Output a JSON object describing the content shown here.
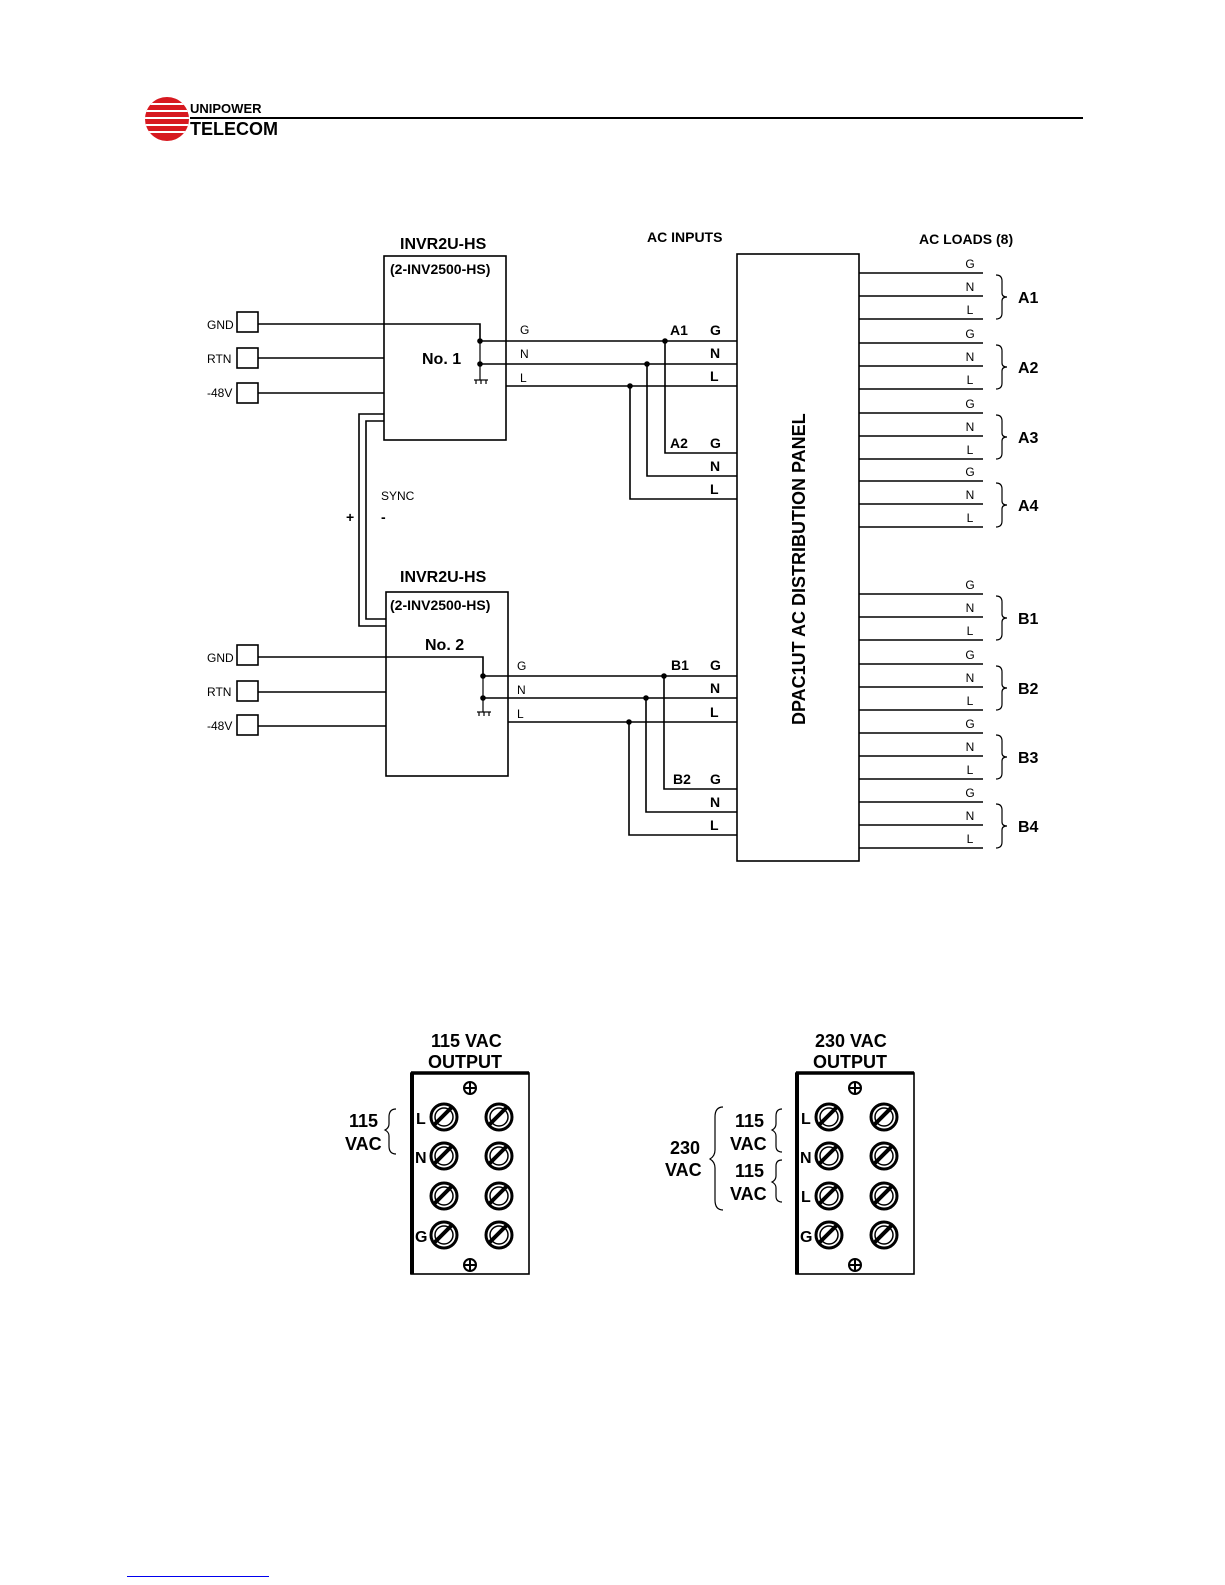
{
  "logo": {
    "line1": "UNIPOWER",
    "line2": "TELECOM",
    "brand_color": "#d71920"
  },
  "diagram": {
    "header_ac_inputs": "AC INPUTS",
    "header_ac_loads": "AC LOADS (8)",
    "inverter1": {
      "model": "INVR2U-HS",
      "submodel": "(2-INV2500-HS)",
      "number": "No. 1"
    },
    "inverter2": {
      "model": "INVR2U-HS",
      "submodel": "(2-INV2500-HS)",
      "number": "No. 2"
    },
    "dc_terminals": [
      "GND",
      "RTN",
      "-48V"
    ],
    "sync": {
      "label": "SYNC",
      "plus": "+",
      "minus": "-"
    },
    "conductors": [
      "G",
      "N",
      "L"
    ],
    "input_groups": [
      "A1",
      "A2",
      "B1",
      "B2"
    ],
    "panel_label": "DPAC1UT  AC DISTRIBUTION PANEL",
    "load_groups": [
      "A1",
      "A2",
      "A3",
      "A4",
      "B1",
      "B2",
      "B3",
      "B4"
    ]
  },
  "terminal_blocks": {
    "left": {
      "title_line1": "115 VAC",
      "title_line2": "OUTPUT",
      "bracket_label_line1": "115",
      "bracket_label_line2": "VAC",
      "rows": [
        "L",
        "N",
        "",
        "G"
      ]
    },
    "right": {
      "title_line1": "230 VAC",
      "title_line2": "OUTPUT",
      "outer_label_line1": "230",
      "outer_label_line2": "VAC",
      "inner_top_line1": "115",
      "inner_top_line2": "VAC",
      "inner_bottom_line1": "115",
      "inner_bottom_line2": "VAC",
      "rows": [
        "L",
        "N",
        "L",
        "G"
      ]
    }
  }
}
